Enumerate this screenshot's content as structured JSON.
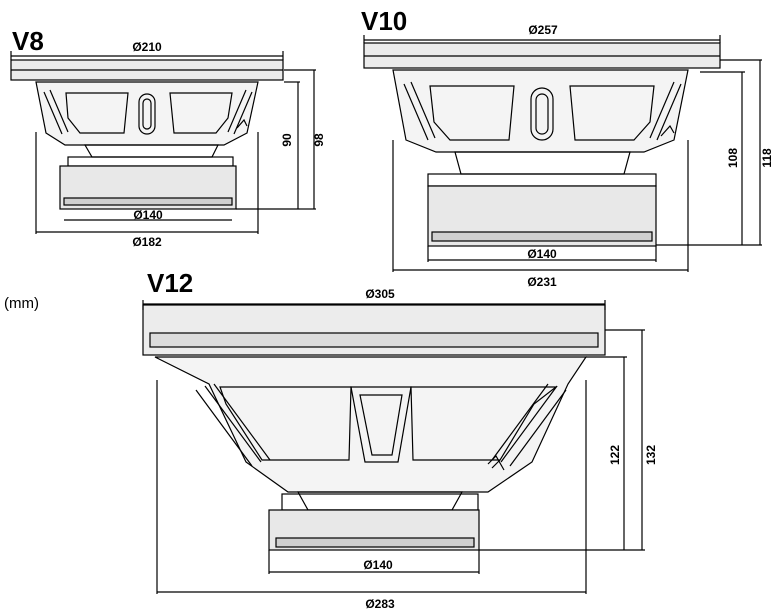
{
  "unit_label": "(mm)",
  "models": [
    {
      "name": "V8",
      "dimensions": {
        "frame_diameter": "Ø210",
        "bottom_diameter": "Ø182",
        "magnet_diameter": "Ø140",
        "depth_inner": "90",
        "depth_total": "98"
      }
    },
    {
      "name": "V10",
      "dimensions": {
        "frame_diameter": "Ø257",
        "bottom_diameter": "Ø231",
        "magnet_diameter": "Ø140",
        "depth_inner": "108",
        "depth_total": "118"
      }
    },
    {
      "name": "V12",
      "dimensions": {
        "frame_diameter": "Ø305",
        "bottom_diameter": "Ø283",
        "magnet_diameter": "Ø140",
        "depth_inner": "122",
        "depth_total": "132"
      }
    }
  ]
}
